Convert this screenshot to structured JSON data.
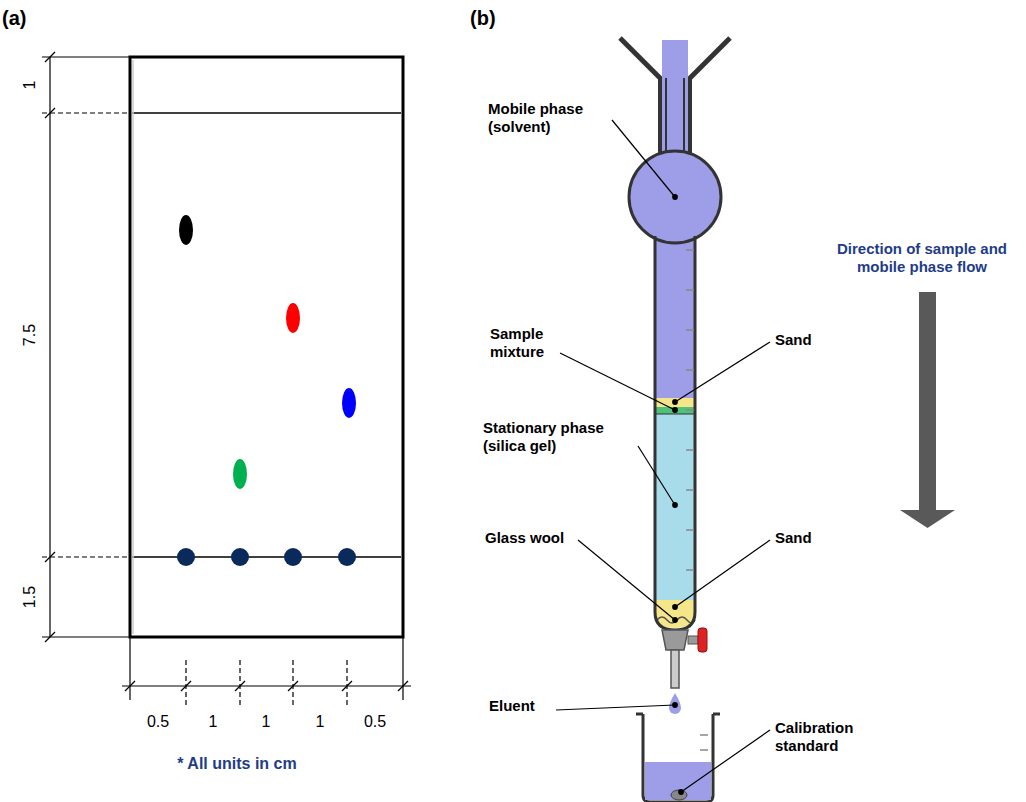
{
  "diagram": {
    "labels": [
      "(a)",
      "(b)",
      "1",
      "7.5",
      "1.5",
      "0.5",
      "1",
      "1",
      "1",
      "0.5",
      "* All units in cm",
      "Mobile phase (solvent)",
      "Direction of sample and mobile phase flow",
      "Sample mixture",
      "Sand",
      "Stationary phase (silica gel)",
      "Glass wool",
      "Sand",
      "Eluent",
      "Calibration standard"
    ]
  }
}
